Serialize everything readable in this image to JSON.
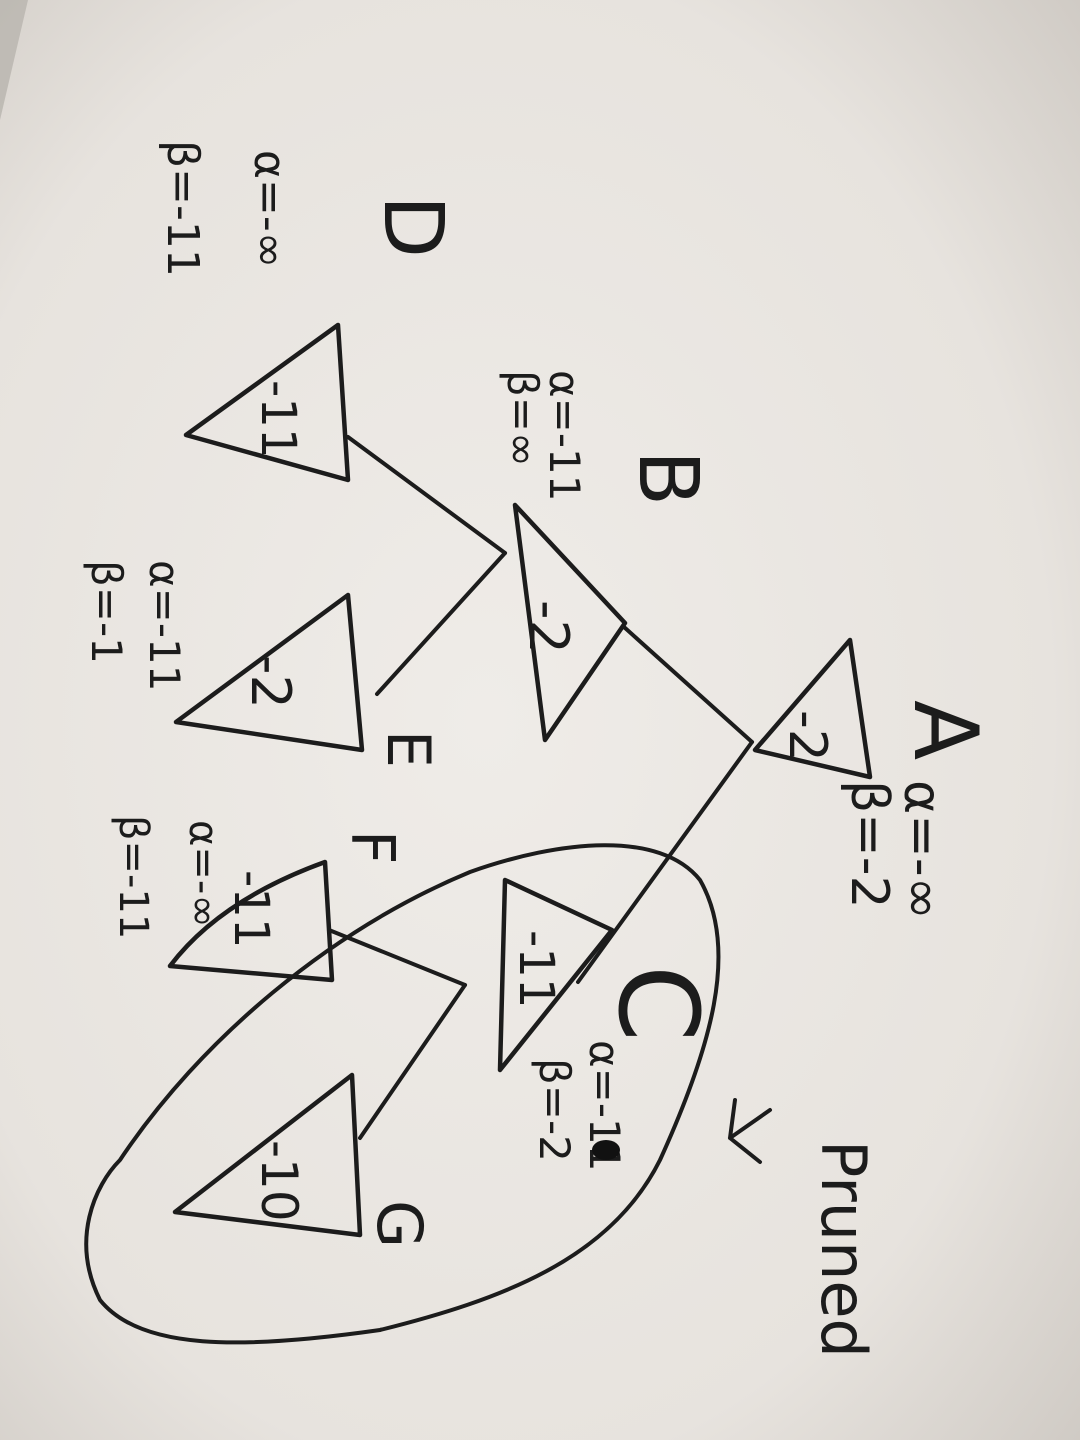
{
  "colors": {
    "paper": "#ece9e5",
    "paper_shadow": "#b8b4ae",
    "ink": "#1c1c1c"
  },
  "nodes": {
    "A": {
      "letter": "A",
      "value": "-2",
      "alpha": "α=-∞",
      "beta": "β=-2"
    },
    "B": {
      "letter": "B",
      "value": "-2",
      "alpha": "α=-11",
      "beta": "β=∞"
    },
    "C": {
      "letter": "C",
      "value": "-11",
      "alpha": "α=-11",
      "beta": "β=-2"
    },
    "D": {
      "letter": "D",
      "value": "-11",
      "alpha": "α=-∞",
      "beta": "β=-11"
    },
    "E": {
      "letter": "E",
      "value": "-2",
      "alpha": "α=-11",
      "beta": "β=-1"
    },
    "F": {
      "letter": "F",
      "value": "-11",
      "alpha": "α=-∞",
      "beta": "β=-11"
    },
    "G": {
      "letter": "G",
      "value": "-10"
    }
  },
  "annotation": {
    "label": "Pruned"
  }
}
